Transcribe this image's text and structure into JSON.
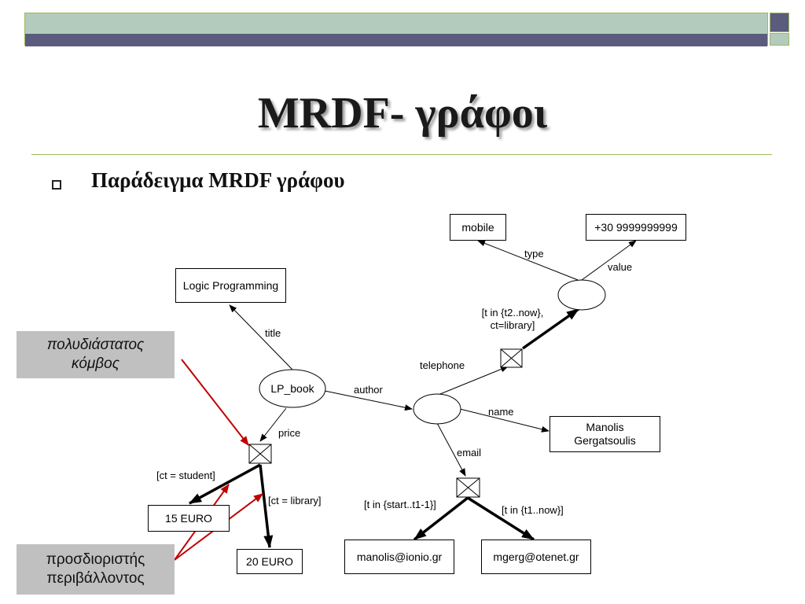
{
  "slide": {
    "title": "MRDF- γράφοι",
    "bullet": "Παράδειγμα MRDF γράφου"
  },
  "diagram": {
    "nodes": {
      "mobile": "mobile",
      "phone_number": "+30 9999999999",
      "logic_programming": "Logic Programming",
      "lp_book": "LP_book",
      "manolis_gergatsoulis": "Manolis Gergatsoulis",
      "euro15": "15 EURO",
      "euro20": "20 EURO",
      "email1": "manolis@ionio.gr",
      "email2": "mgerg@otenet.gr"
    },
    "edge_labels": {
      "type": "type",
      "value": "value",
      "tel_context": "[t in {t2..now}, ct=library]",
      "title": "title",
      "telephone": "telephone",
      "author": "author",
      "name": "name",
      "price": "price",
      "email": "email",
      "ct_student": "[ct = student]",
      "ct_library": "[ct = library]",
      "t_start": "[t in {start..t1-1}]",
      "t_now": "[t in {t1..now}]"
    },
    "callouts": {
      "multidimensional_node": "πολυδιάστατος κόμβος",
      "context_specifier": "προσδιοριστής περιβάλλοντος"
    },
    "colors": {
      "callout_background": "#c0c0c0",
      "callout_arrow": "#c00000",
      "accent_green": "#9bbb59",
      "bar_dark": "#5b5b7d",
      "bar_light": "#b3cbbc"
    }
  }
}
